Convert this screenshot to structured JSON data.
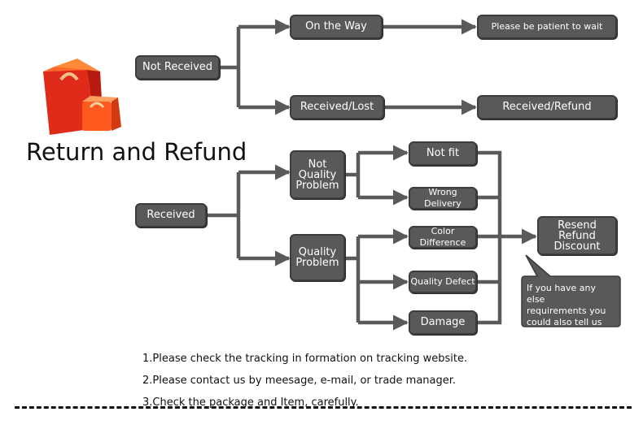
{
  "title": "Return and Refund",
  "colors": {
    "node_fill": "#595959",
    "arrow": "#5a5a5a",
    "bag_red": "#e02a1a",
    "bag_orange": "#ff5a1e"
  },
  "nodes": {
    "not_received": "Not Received",
    "on_the_way": "On the Way",
    "please_wait": "Please be patient to wait",
    "received_lost": "Received/Lost",
    "received_refund": "Received/Refund",
    "received": "Received",
    "not_quality_problem": "Not\nQuality\nProblem",
    "quality_problem": "Quality\nProblem",
    "not_fit": "Not fit",
    "wrong_delivery": "Wrong Delivery",
    "color_difference": "Color Difference",
    "quality_defect": "Quality Defect",
    "damage": "Damage",
    "resend_refund_discount": "Resend\nRefund\nDiscount"
  },
  "callout": "If you have any else\nrequirements you\ncould also tell us",
  "notes": [
    "1.Please check the tracking in formation on tracking website.",
    "2.Please contact us by meesage, e-mail, or trade manager.",
    "3.Check the package and Item, carefully."
  ],
  "icons": {
    "logo": "shopping-bags-icon"
  }
}
